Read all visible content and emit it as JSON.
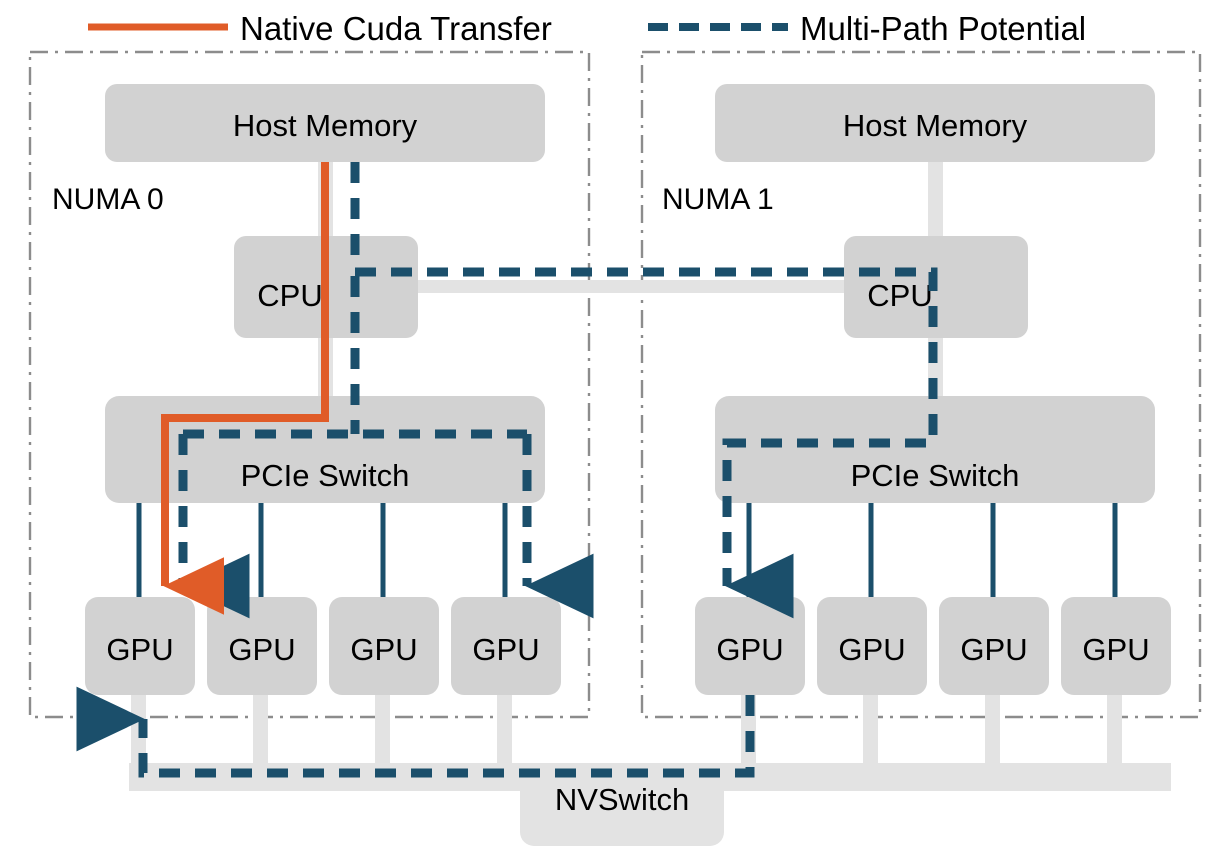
{
  "legend": {
    "items": [
      {
        "label": "Native Cuda Transfer",
        "color": "#E05C28",
        "style": "solid"
      },
      {
        "label": "Multi-Path Potential",
        "color": "#1B4F6B",
        "style": "dashed"
      }
    ]
  },
  "colors": {
    "box_fill": "#D2D2D2",
    "nvswitch_fill": "#E3E3E3",
    "connector": "#E3E3E3",
    "link_line": "#1B4F6B",
    "numa_border": "#8C8C8C",
    "native_path": "#E05C28",
    "multipath": "#1B4F6B",
    "text": "#000000",
    "background": "#FFFFFF"
  },
  "numa_domains": [
    {
      "name": "NUMA 0",
      "host_memory": "Host Memory",
      "cpu": "CPU",
      "pcie_switch": "PCIe Switch",
      "gpus": [
        "GPU",
        "GPU",
        "GPU",
        "GPU"
      ]
    },
    {
      "name": "NUMA 1",
      "host_memory": "Host Memory",
      "cpu": "CPU",
      "pcie_switch": "PCIe Switch",
      "gpus": [
        "GPU",
        "GPU",
        "GPU",
        "GPU"
      ]
    }
  ],
  "nvswitch": {
    "label": "NVSwitch"
  }
}
